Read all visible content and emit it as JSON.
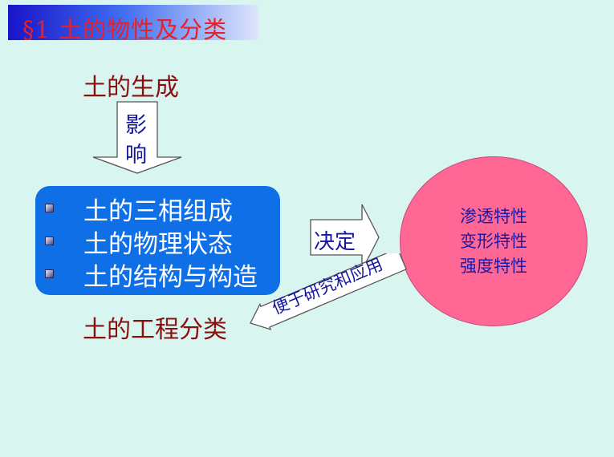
{
  "slide": {
    "title": "§1 土的物性及分类",
    "soil_formation": "土的生成",
    "influence_char1": "影",
    "influence_char2": "响",
    "blue_box_items": [
      "土的三相组成",
      "土的物理状态",
      "土的结构与构造"
    ],
    "determines": "决定",
    "convenience": "便于研究和应用",
    "properties": [
      "渗透特性",
      "变形特性",
      "强度特性"
    ],
    "engineering_classification": "土的工程分类"
  },
  "colors": {
    "background": "#d9f5ef",
    "title_text": "#e8202a",
    "dark_red_text": "#8b0f0f",
    "blue_box": "#0e6fe6",
    "circle_fill": "#ff6895",
    "arrow_text": "#1515a0"
  }
}
